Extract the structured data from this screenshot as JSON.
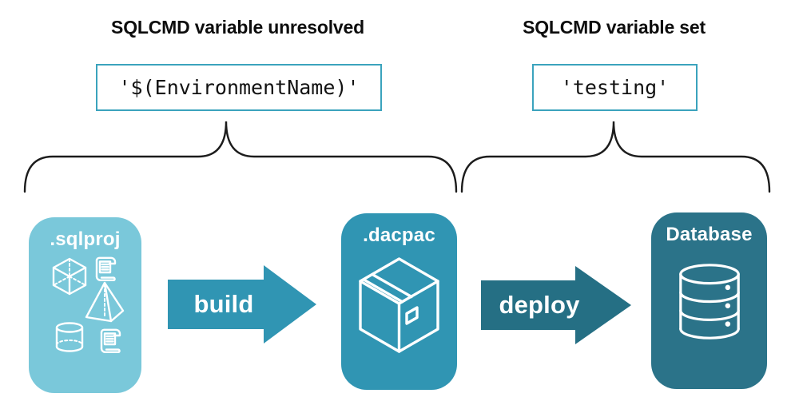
{
  "left_group": {
    "heading": "SQLCMD variable unresolved",
    "code": "'$(EnvironmentName)'"
  },
  "right_group": {
    "heading": "SQLCMD variable set",
    "code": "'testing'"
  },
  "nodes": {
    "sqlproj": {
      "label": ".sqlproj",
      "color": "#7ac8da",
      "icons": [
        "sql-script-icon",
        "cube-icon",
        "pyramid-icon",
        "cylinder-icon",
        "sql-script-icon"
      ]
    },
    "dacpac": {
      "label": ".dacpac",
      "color": "#3095b3",
      "icon": "package-icon"
    },
    "database": {
      "label": "Database",
      "color": "#2b7389",
      "icon": "database-icon"
    }
  },
  "arrows": {
    "build": {
      "label": "build",
      "color": "#3095b3"
    },
    "deploy": {
      "label": "deploy",
      "color": "#256f84"
    }
  },
  "style": {
    "background": "#ffffff",
    "heading_color": "#0d0d0d",
    "code_border_color": "#3ba3bd",
    "code_text_color": "#121212",
    "brace_color": "#1c1c1c",
    "icon_color": "#ffffff"
  }
}
